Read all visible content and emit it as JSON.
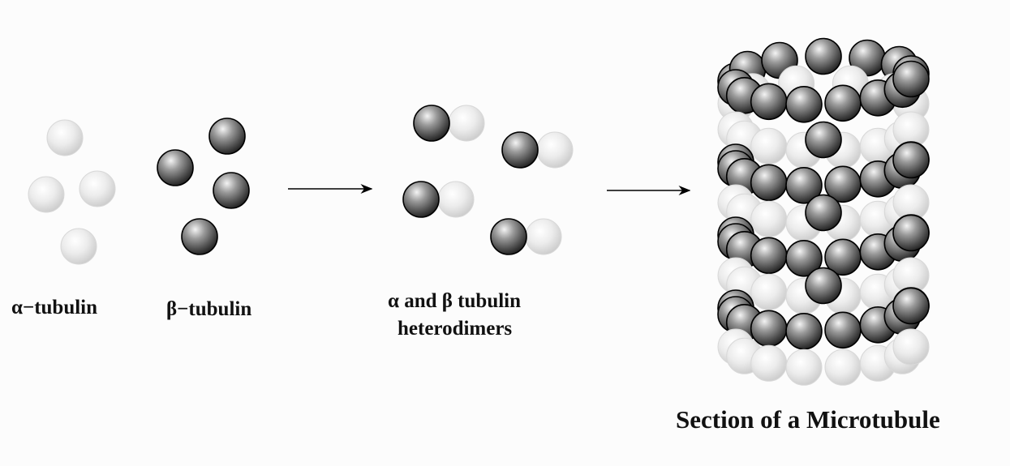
{
  "labels": {
    "alpha": "α−tubulin",
    "beta": "β−tubulin",
    "dimer_line1": "α and β tubulin",
    "dimer_line2": "heterodimers",
    "microtubule": "Section of a Microtubule"
  },
  "colors": {
    "alpha_sphere": "#e4e4e4",
    "beta_sphere": "#5a5a5a",
    "arrow": "#000000"
  }
}
